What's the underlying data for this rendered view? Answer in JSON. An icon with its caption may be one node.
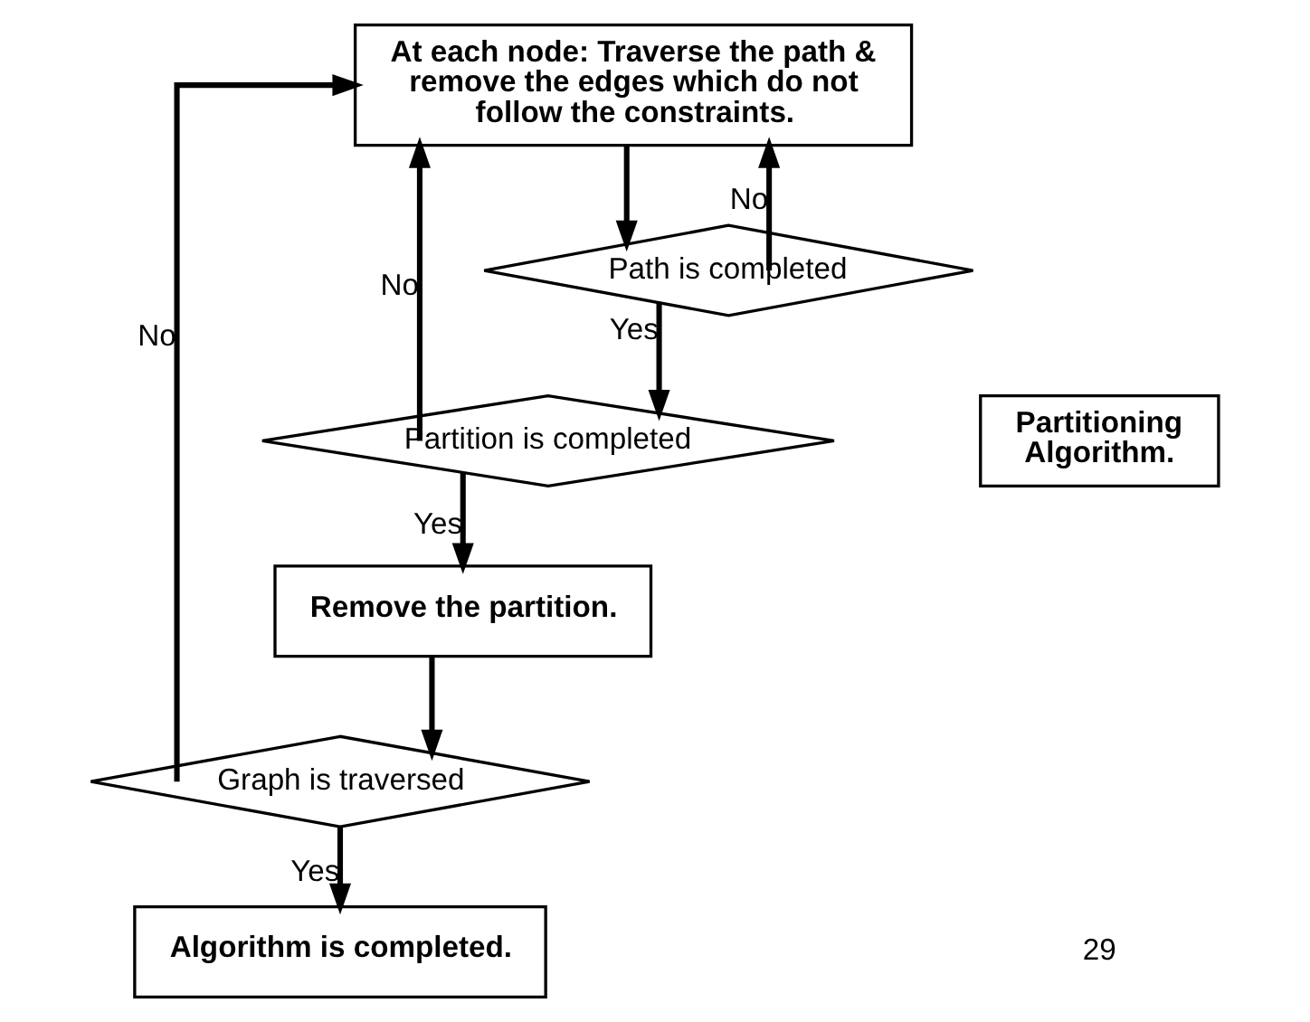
{
  "diagram": {
    "nodes": [
      {
        "text": [
          "At each node: Traverse the path & remove the edges which do not follow the constraints."
        ]
      },
      {
        "text": [
          "Path is completed"
        ]
      },
      {
        "text": [
          "Partition is completed"
        ]
      },
      {
        "text": [
          "Remove the partition."
        ]
      },
      {
        "text": [
          "Graph is traversed"
        ]
      },
      {
        "text": [
          "Algorithm is completed."
        ]
      },
      {
        "text": [
          "Partitioning Algorithm."
        ]
      }
    ],
    "edges": [
      {
        "from": 0,
        "to": 1,
        "arrow": "to"
      },
      {
        "from": 1,
        "to": 0,
        "arrow": "to",
        "label": "No"
      },
      {
        "from": 1,
        "to": 2,
        "arrow": "to",
        "label": "Yes"
      },
      {
        "from": 2,
        "to": 0,
        "arrow": "to",
        "label": "No"
      },
      {
        "from": 2,
        "to": 3,
        "arrow": "to",
        "label": "Yes"
      },
      {
        "from": 3,
        "to": 4,
        "arrow": "to"
      },
      {
        "from": 4,
        "to": 0,
        "arrow": "to",
        "label": "No"
      },
      {
        "from": 4,
        "to": 5,
        "arrow": "to",
        "label": "Yes"
      }
    ],
    "labels": [
      "29"
    ]
  }
}
